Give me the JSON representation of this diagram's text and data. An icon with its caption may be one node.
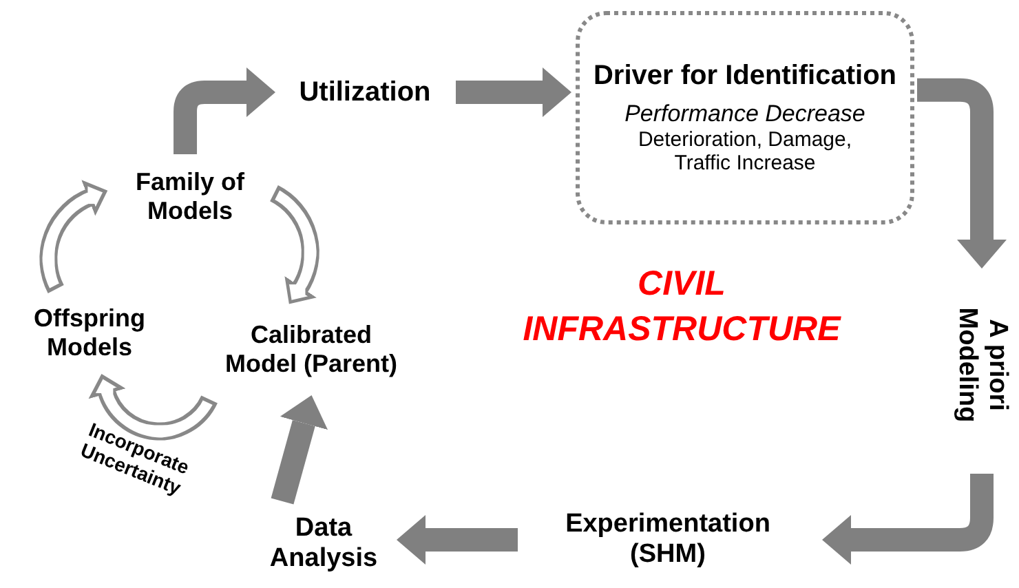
{
  "diagram": {
    "nodes": [
      {
        "text": [
          "Utilization"
        ]
      },
      {
        "text": [
          "Driver for Identification",
          "Performance Decrease",
          "Deterioration, Damage, Traffic Increase"
        ]
      },
      {
        "text": [
          "A priori Modeling"
        ]
      },
      {
        "text": [
          "Experimentation (SHM)"
        ]
      },
      {
        "text": [
          "Data Analysis"
        ]
      },
      {
        "text": [
          "Calibrated Model (Parent)"
        ]
      },
      {
        "text": [
          "Family of Models"
        ]
      },
      {
        "text": [
          "Offspring Models"
        ]
      }
    ],
    "edges": [
      {
        "from": 6,
        "to": 0,
        "arrow": "to"
      },
      {
        "from": 0,
        "to": 1,
        "arrow": "to"
      },
      {
        "from": 1,
        "to": 2,
        "arrow": "to"
      },
      {
        "from": 2,
        "to": 3,
        "arrow": "to"
      },
      {
        "from": 3,
        "to": 4,
        "arrow": "to"
      },
      {
        "from": 4,
        "to": 5,
        "arrow": "to"
      },
      {
        "from": 6,
        "to": 5,
        "arrow": "to"
      },
      {
        "from": 5,
        "to": 7,
        "arrow": "to",
        "label": "Incorporate Uncertainty"
      },
      {
        "from": 7,
        "to": 6,
        "arrow": "to"
      }
    ],
    "labels": [
      "CIVIL INFRASTRUCTURE"
    ]
  }
}
